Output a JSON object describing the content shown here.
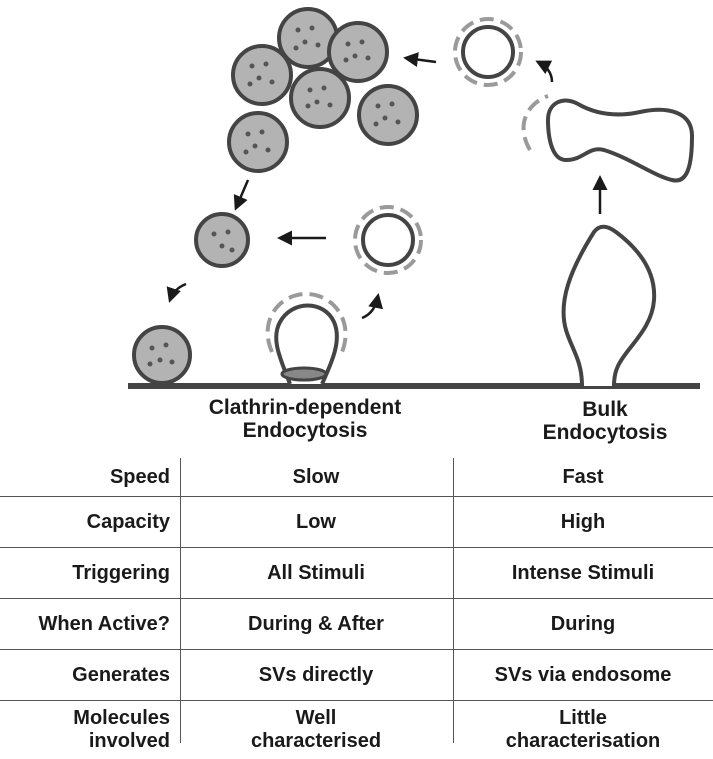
{
  "headings": {
    "clathrin": "Clathrin-dependent\nEndocytosis",
    "bulk": "Bulk\nEndocytosis"
  },
  "table": {
    "rows": [
      {
        "label": "Speed",
        "clathrin": "Slow",
        "bulk": "Fast"
      },
      {
        "label": "Capacity",
        "clathrin": "Low",
        "bulk": "High"
      },
      {
        "label": "Triggering",
        "clathrin": "All Stimuli",
        "bulk": "Intense Stimuli"
      },
      {
        "label": "When Active?",
        "clathrin": "During & After",
        "bulk": "During"
      },
      {
        "label": "Generates",
        "clathrin": "SVs directly",
        "bulk": "SVs via endosome"
      },
      {
        "label": "Molecules\ninvolved",
        "clathrin": "Well\ncharacterised",
        "bulk": "Little\ncharacterisation"
      }
    ]
  },
  "colors": {
    "vesicle_fill": "#b0b0b0",
    "membrane": "#444444",
    "clathrin_coat": "#9a9a9a"
  }
}
